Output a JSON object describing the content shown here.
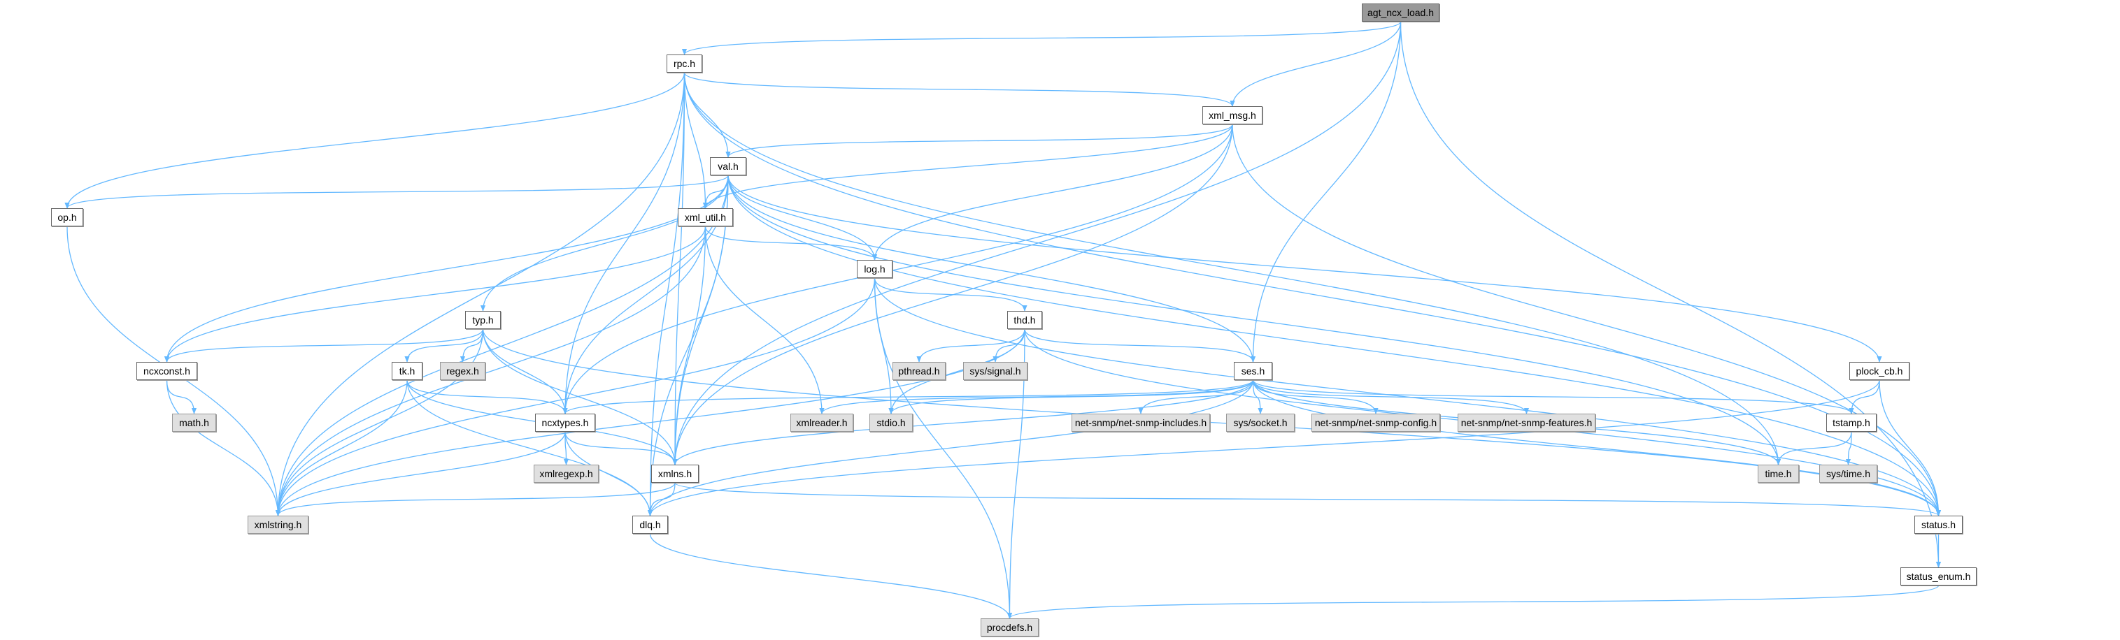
{
  "graph": {
    "title": "agt_ncx_load.h",
    "edge_color": "#63b8ff",
    "nodes": {
      "agt_ncx_load": "agt_ncx_load.h",
      "rpc": "rpc.h",
      "xml_msg": "xml_msg.h",
      "val": "val.h",
      "op": "op.h",
      "xml_util": "xml_util.h",
      "log": "log.h",
      "typ": "typ.h",
      "thd": "thd.h",
      "ncxconst": "ncxconst.h",
      "tk": "tk.h",
      "regex": "regex.h",
      "pthread": "pthread.h",
      "sys_signal": "sys/signal.h",
      "ses": "ses.h",
      "plock_cb": "plock_cb.h",
      "math": "math.h",
      "ncxtypes": "ncxtypes.h",
      "xmlreader": "xmlreader.h",
      "stdio": "stdio.h",
      "netsnmp_includes": "net-snmp/net-snmp-includes.h",
      "sys_socket": "sys/socket.h",
      "netsnmp_config": "net-snmp/net-snmp-config.h",
      "netsnmp_features": "net-snmp/net-snmp-features.h",
      "tstamp": "tstamp.h",
      "xmlregexp": "xmlregexp.h",
      "xmlns": "xmlns.h",
      "time": "time.h",
      "sys_time": "sys/time.h",
      "xmlstring": "xmlstring.h",
      "dlq": "dlq.h",
      "status": "status.h",
      "status_enum": "status_enum.h",
      "procdefs": "procdefs.h"
    },
    "edges": [
      [
        "agt_ncx_load",
        "rpc"
      ],
      [
        "agt_ncx_load",
        "xml_msg"
      ],
      [
        "agt_ncx_load",
        "ses"
      ],
      [
        "agt_ncx_load",
        "xmlns"
      ],
      [
        "agt_ncx_load",
        "status_enum"
      ],
      [
        "rpc",
        "val"
      ],
      [
        "rpc",
        "xml_util"
      ],
      [
        "rpc",
        "xmlns"
      ],
      [
        "rpc",
        "ncxtypes"
      ],
      [
        "rpc",
        "op"
      ],
      [
        "rpc",
        "xmlstring"
      ],
      [
        "rpc",
        "dlq"
      ],
      [
        "rpc",
        "xml_msg"
      ],
      [
        "rpc",
        "time"
      ],
      [
        "rpc",
        "status"
      ],
      [
        "xml_msg",
        "val"
      ],
      [
        "xml_msg",
        "xml_util"
      ],
      [
        "xml_msg",
        "log"
      ],
      [
        "xml_msg",
        "ncxtypes"
      ],
      [
        "xml_msg",
        "xmlns"
      ],
      [
        "xml_msg",
        "status"
      ],
      [
        "val",
        "op"
      ],
      [
        "val",
        "xml_util"
      ],
      [
        "val",
        "log"
      ],
      [
        "val",
        "typ"
      ],
      [
        "val",
        "ncxconst"
      ],
      [
        "val",
        "ncxtypes"
      ],
      [
        "val",
        "xmlns"
      ],
      [
        "val",
        "xmlstring"
      ],
      [
        "val",
        "dlq"
      ],
      [
        "val",
        "ses"
      ],
      [
        "val",
        "plock_cb"
      ],
      [
        "val",
        "time"
      ],
      [
        "val",
        "status"
      ],
      [
        "op",
        "xmlstring"
      ],
      [
        "xml_util",
        "log"
      ],
      [
        "xml_util",
        "ncxconst"
      ],
      [
        "xml_util",
        "xmlstring"
      ],
      [
        "xml_util",
        "xmlns"
      ],
      [
        "xml_util",
        "xmlreader"
      ],
      [
        "log",
        "thd"
      ],
      [
        "log",
        "stdio"
      ],
      [
        "log",
        "procdefs"
      ],
      [
        "log",
        "status"
      ],
      [
        "log",
        "xmlstring"
      ],
      [
        "typ",
        "ncxconst"
      ],
      [
        "typ",
        "tk"
      ],
      [
        "typ",
        "regex"
      ],
      [
        "typ",
        "ncxtypes"
      ],
      [
        "typ",
        "xmlns"
      ],
      [
        "typ",
        "xmlstring"
      ],
      [
        "typ",
        "status"
      ],
      [
        "thd",
        "pthread"
      ],
      [
        "thd",
        "sys_signal"
      ],
      [
        "thd",
        "ses"
      ],
      [
        "thd",
        "stdio"
      ],
      [
        "thd",
        "procdefs"
      ],
      [
        "thd",
        "xmlstring"
      ],
      [
        "thd",
        "status"
      ],
      [
        "tk",
        "ncxtypes"
      ],
      [
        "tk",
        "xmlns"
      ],
      [
        "tk",
        "xmlstring"
      ],
      [
        "tk",
        "dlq"
      ],
      [
        "ncxconst",
        "math"
      ],
      [
        "ncxconst",
        "xmlstring"
      ],
      [
        "ses",
        "ncxtypes"
      ],
      [
        "ses",
        "xmlreader"
      ],
      [
        "ses",
        "stdio"
      ],
      [
        "ses",
        "netsnmp_includes"
      ],
      [
        "ses",
        "sys_socket"
      ],
      [
        "ses",
        "netsnmp_config"
      ],
      [
        "ses",
        "netsnmp_features"
      ],
      [
        "ses",
        "tstamp"
      ],
      [
        "ses",
        "time"
      ],
      [
        "ses",
        "status"
      ],
      [
        "ses",
        "dlq"
      ],
      [
        "ses",
        "xmlns"
      ],
      [
        "plock_cb",
        "tstamp"
      ],
      [
        "plock_cb",
        "status"
      ],
      [
        "plock_cb",
        "dlq"
      ],
      [
        "ncxtypes",
        "xmlregexp"
      ],
      [
        "ncxtypes",
        "xmlns"
      ],
      [
        "ncxtypes",
        "xmlstring"
      ],
      [
        "ncxtypes",
        "dlq"
      ],
      [
        "xmlns",
        "xmlstring"
      ],
      [
        "xmlns",
        "dlq"
      ],
      [
        "xmlns",
        "status"
      ],
      [
        "dlq",
        "procdefs"
      ],
      [
        "tstamp",
        "time"
      ],
      [
        "tstamp",
        "sys_time"
      ],
      [
        "status",
        "status_enum"
      ],
      [
        "status_enum",
        "procdefs"
      ]
    ]
  }
}
